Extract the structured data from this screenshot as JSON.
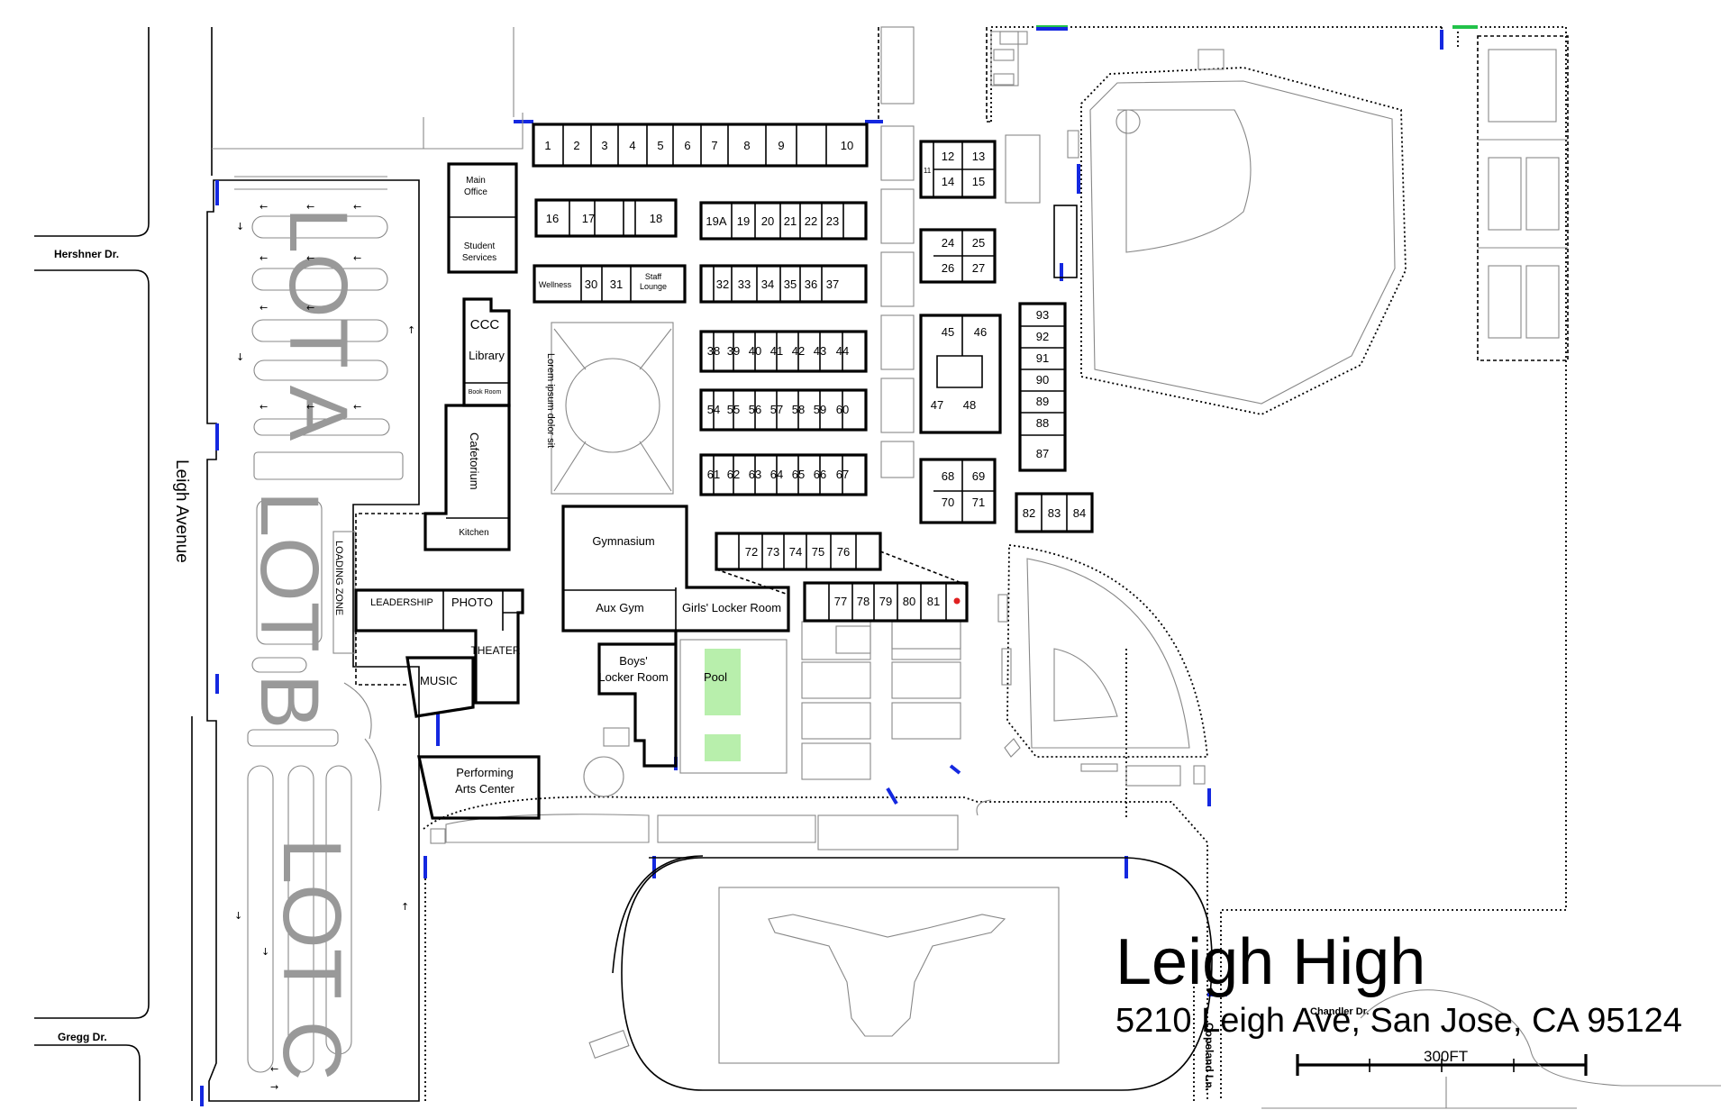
{
  "map": {
    "title": "Leigh High",
    "address": "5210 Leigh Ave, San Jose, CA 95124",
    "scale_label": "300FT"
  },
  "streets": {
    "leigh_ave": "Leigh Avenue",
    "hershner": "Hershner Dr.",
    "gregg": "Gregg Dr.",
    "copeland": "Copeland Ln.",
    "chandler": "Chandler Dr."
  },
  "lots": {
    "a": "LOT A",
    "b": "LOT B",
    "c": "LOT C",
    "loading": "LOADING ZONE"
  },
  "buildings": {
    "main_office": [
      "Main",
      "Office"
    ],
    "student_services": [
      "Student",
      "Services"
    ],
    "ccc": "CCC",
    "library": "Library",
    "book_room": "Book Room",
    "cafetorium": "Cafetorium",
    "kitchen": "Kitchen",
    "gymnasium": "Gymnasium",
    "aux_gym": "Aux Gym",
    "girls_locker": "Girls' Locker Room",
    "boys_locker": [
      "Boys'",
      "Locker Room"
    ],
    "pool": "Pool",
    "leadership": "LEADERSHIP",
    "photo": "PHOTO",
    "theater": "THEATER",
    "music": "MUSIC",
    "pac": [
      "Performing",
      "Arts Center"
    ],
    "wellness": "Wellness",
    "staff_lounge": [
      "Staff",
      "Lounge"
    ],
    "quad_text": "Lorem ipsum dolor sit"
  },
  "rooms": {
    "row1": [
      "1",
      "2",
      "3",
      "4",
      "5",
      "6",
      "7",
      "8",
      "9",
      "10"
    ],
    "row2": [
      "16",
      "17",
      "18"
    ],
    "row3": [
      "19A",
      "19",
      "20",
      "21",
      "22",
      "23"
    ],
    "row4": [
      "30",
      "31"
    ],
    "row5": [
      "32",
      "33",
      "34",
      "35",
      "36",
      "37"
    ],
    "row6": [
      "38",
      "39",
      "40",
      "41",
      "42",
      "43",
      "44"
    ],
    "row7": [
      "54",
      "55",
      "56",
      "57",
      "58",
      "59",
      "60"
    ],
    "row8": [
      "61",
      "62",
      "63",
      "64",
      "65",
      "66",
      "67"
    ],
    "row9": [
      "72",
      "73",
      "74",
      "75",
      "76"
    ],
    "row10": [
      "77",
      "78",
      "79",
      "80",
      "81"
    ],
    "b11": [
      "11",
      "12",
      "13",
      "14",
      "15"
    ],
    "b24": [
      "24",
      "25",
      "26",
      "27"
    ],
    "b45": [
      "45",
      "46",
      "47",
      "48"
    ],
    "b68": [
      "68",
      "69",
      "70",
      "71"
    ],
    "b82": [
      "82",
      "83",
      "84"
    ],
    "b87": [
      "93",
      "92",
      "91",
      "90",
      "89",
      "88",
      "87"
    ]
  },
  "colors": {
    "gate_blue": "#1428e0",
    "gate_green": "#22c24a",
    "pool": "#b8efac",
    "lot_text": "#999999"
  }
}
